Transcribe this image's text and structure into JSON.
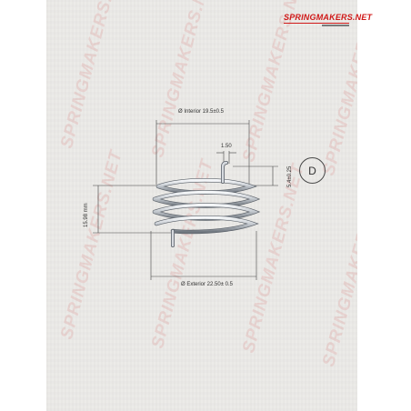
{
  "brand": {
    "logo_part1": "SPRING",
    "logo_part2": "MAKERS.NET",
    "watermark_text": "SPRINGMAKERS.NET"
  },
  "drawing": {
    "interior_diameter_label": "Ø Interior 19.5±0.5",
    "exterior_diameter_label": "Ø Exterior 22.50± 0.5",
    "wire_label": "1.50",
    "height_label": "15.98 mm",
    "leg_label": "5.4±0.25",
    "view_letter": "D"
  },
  "colors": {
    "paper": "#ecebe8",
    "brand_red": "#d01818",
    "line": "#333333",
    "spring_metal": "#b9c0c8"
  }
}
